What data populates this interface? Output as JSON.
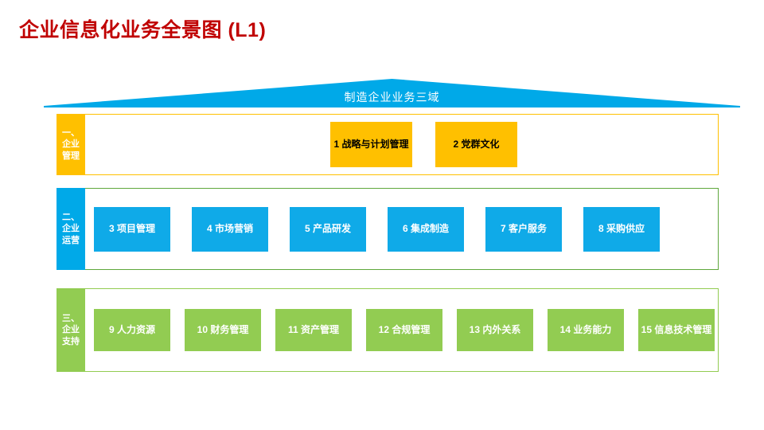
{
  "page": {
    "title": "企业信息化业务全景图 (L1)",
    "title_color": "#C00000",
    "background": "#FFFFFF"
  },
  "roof": {
    "label": "制造企业业务三域",
    "color": "#00A9E8",
    "text_color": "#FFFFFF",
    "shape": "triangle-banner"
  },
  "colors": {
    "amber": "#FFC000",
    "blue": "#0FAAE8",
    "green": "#92CC52",
    "green_border": "#5FA73C",
    "white": "#FFFFFF",
    "black": "#000000"
  },
  "rows": [
    {
      "tab_label_lines": [
        "一、",
        "企业",
        "管理"
      ],
      "tab_color": "#FFC000",
      "border_color": "#FFC000",
      "box_style": "amber",
      "boxes": [
        {
          "number": "1",
          "label": "1 战略与计划管理"
        },
        {
          "number": "2",
          "label": "2 党群文化"
        }
      ]
    },
    {
      "tab_label_lines": [
        "二、",
        "企业",
        "运营"
      ],
      "tab_color": "#00A9E8",
      "border_color": "#5FA73C",
      "box_style": "blue",
      "boxes": [
        {
          "number": "3",
          "label": "3 项目管理"
        },
        {
          "number": "4",
          "label": "4 市场营销"
        },
        {
          "number": "5",
          "label": "5 产品研发"
        },
        {
          "number": "6",
          "label": "6 集成制造"
        },
        {
          "number": "7",
          "label": "7 客户服务"
        },
        {
          "number": "8",
          "label": "8 采购供应"
        }
      ]
    },
    {
      "tab_label_lines": [
        "三、",
        "企业",
        "支持"
      ],
      "tab_color": "#92CC52",
      "border_color": "#92CC52",
      "box_style": "green",
      "boxes": [
        {
          "number": "9",
          "label": "9 人力资源"
        },
        {
          "number": "10",
          "label": "10 财务管理"
        },
        {
          "number": "11",
          "label": "11 资产管理"
        },
        {
          "number": "12",
          "label": "12 合规管理"
        },
        {
          "number": "13",
          "label": "13 内外关系"
        },
        {
          "number": "14",
          "label": "14 业务能力"
        },
        {
          "number": "15",
          "label": "15 信息技术管理"
        }
      ]
    }
  ]
}
